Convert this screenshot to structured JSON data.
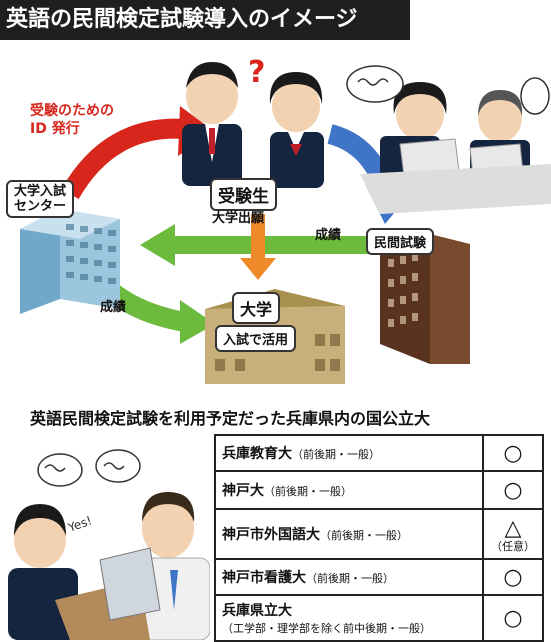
{
  "title": "英語の民間検定試験導入のイメージ",
  "diagram": {
    "student": "受験生",
    "student_sub": "大学出願",
    "center": "大学入試\nセンター",
    "id_issue_line1": "受験のための",
    "id_issue_line2": "ID 発行",
    "private_exam": "民間試験",
    "score_top": "成績",
    "score_left": "成績",
    "university": "大学",
    "university_sub": "入試で活用",
    "question_mark": "?"
  },
  "table": {
    "title": "英語民間検定試験を利用予定だった兵庫県内の国公立大",
    "rows": [
      {
        "name": "兵庫教育大",
        "note": "（前後期・一般）",
        "mark": "○",
        "mark_sub": ""
      },
      {
        "name": "神戸大",
        "note": "（前後期・一般）",
        "mark": "○",
        "mark_sub": ""
      },
      {
        "name": "神戸市外国語大",
        "note": "（前後期・一般）",
        "mark": "△",
        "mark_sub": "（任意）"
      },
      {
        "name": "神戸市看護大",
        "note": "（前後期・一般）",
        "mark": "○",
        "mark_sub": ""
      },
      {
        "name": "兵庫県立大",
        "note": "（工学部・理学部を除く前中後期・一般）",
        "mark": "○",
        "mark_sub": ""
      }
    ]
  },
  "colors": {
    "red_arrow": "#d9261c",
    "blue_arrow": "#3f74c6",
    "green_arrow": "#6dbb3c",
    "orange_arrow": "#ee8a2a"
  }
}
